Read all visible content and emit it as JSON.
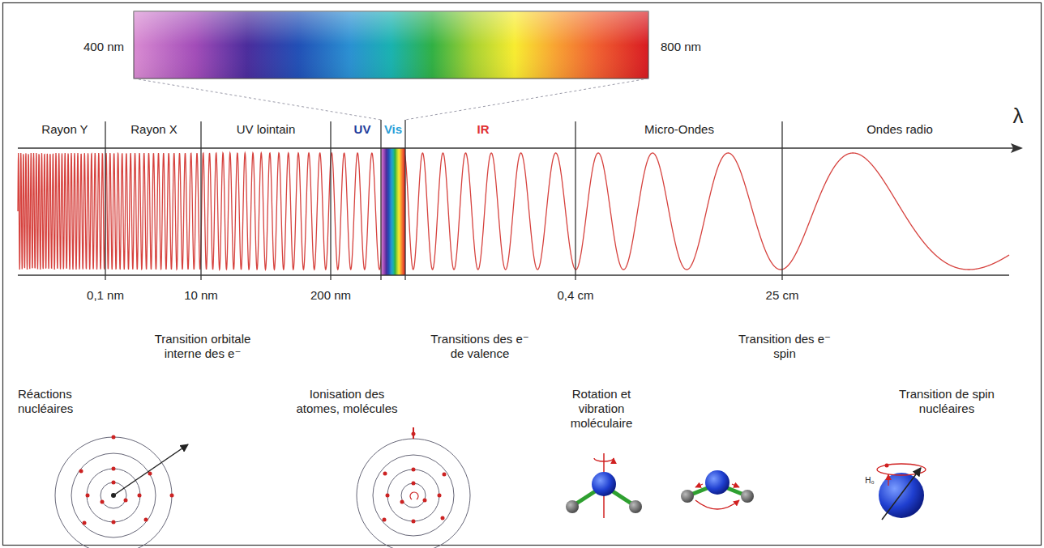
{
  "diagram": {
    "labels": [
      "400 nm",
      "800 nm",
      "Rayon Y",
      "Rayon X",
      "UV lointain",
      "UV",
      "Vis",
      "IR",
      "Micro-Ondes",
      "Ondes radio",
      "λ",
      "0,1 nm",
      "10 nm",
      "200 nm",
      "0,4 cm",
      "25 cm",
      "Transition orbitale interne des e⁻",
      "Transitions des e⁻ de valence",
      "Transition des e⁻ spin",
      "Réactions nucléaires",
      "Ionisation des atomes, molécules",
      "Rotation et vibration moléculaire",
      "Transition de spin nucléaires",
      "H₀"
    ]
  }
}
